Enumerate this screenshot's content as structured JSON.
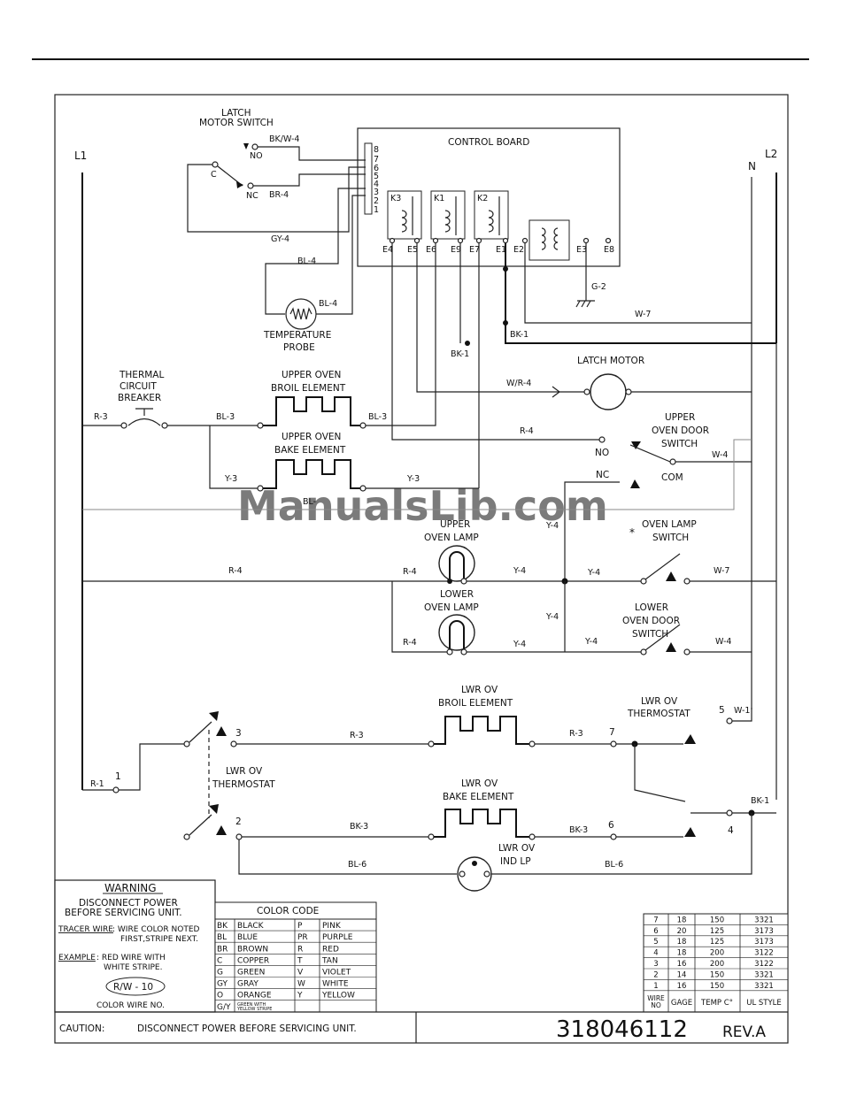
{
  "diagram": {
    "l1": "L1",
    "l2": "L2",
    "n": "N",
    "latch_motor_switch": [
      "LATCH",
      "MOTOR SWITCH"
    ],
    "no": "NO",
    "nc": "NC",
    "c": "C",
    "com": "COM",
    "control_board": "CONTROL BOARD",
    "pins": [
      "8",
      "7",
      "6",
      "5",
      "4",
      "3",
      "2",
      "1"
    ],
    "relays": [
      "K3",
      "K1",
      "K2"
    ],
    "terminals": [
      "E4",
      "E5",
      "E6",
      "E9",
      "E7",
      "E1",
      "E2",
      "E3",
      "E8"
    ],
    "temperature_probe": [
      "TEMPERATURE",
      "PROBE"
    ],
    "thermal_breaker": [
      "THERMAL",
      "CIRCUIT",
      "BREAKER"
    ],
    "upper_broil": [
      "UPPER OVEN",
      "BROIL ELEMENT"
    ],
    "upper_bake": [
      "UPPER OVEN",
      "BAKE ELEMENT"
    ],
    "latch_motor": "LATCH MOTOR",
    "upper_door_switch": [
      "UPPER",
      "OVEN DOOR",
      "SWITCH"
    ],
    "upper_lamp": [
      "UPPER",
      "OVEN LAMP"
    ],
    "lower_lamp": [
      "LOWER",
      "OVEN LAMP"
    ],
    "lamp_switch": [
      "OVEN LAMP",
      "SWITCH"
    ],
    "asterisk": "*",
    "lower_door_switch": [
      "LOWER",
      "OVEN DOOR",
      "SWITCH"
    ],
    "lwr_broil": [
      "LWR OV",
      "BROIL ELEMENT"
    ],
    "lwr_bake": [
      "LWR OV",
      "BAKE ELEMENT"
    ],
    "lwr_thermostat": [
      "LWR OV",
      "THERMOSTAT"
    ],
    "lwr_ind": [
      "LWR OV",
      "IND LP"
    ],
    "nums": [
      "1",
      "2",
      "3",
      "4",
      "5",
      "6",
      "7"
    ],
    "wires": {
      "bkw4": "BK/W-4",
      "br4": "BR-4",
      "gy4": "GY-4",
      "bl4": "BL-4",
      "g2": "G-2",
      "w7": "W-7",
      "bk1": "BK-1",
      "wr4": "W/R-4",
      "r3": "R-3",
      "bl3": "BL-3",
      "r4": "R-4",
      "w4": "W-4",
      "y3": "Y-3",
      "bl": "BL-",
      "y4": "Y-4",
      "r1": "R-1",
      "bk3": "BK-3",
      "bl6": "BL-6",
      "w1": "W-1"
    },
    "watermark": "ManualsLib.com"
  },
  "warning": {
    "title": "WARNING",
    "lines": [
      "DISCONNECT POWER",
      "BEFORE SERVICING UNIT."
    ],
    "tracer_label": "TRACER WIRE",
    "tracer_text": [
      ": WIRE COLOR NOTED",
      "FIRST,STRIPE NEXT."
    ],
    "example_label": "EXAMPLE",
    "example_text": [
      ": RED WIRE WITH",
      "WHITE STRIPE."
    ],
    "badge": "R/W - 10",
    "color_wire_no": "COLOR WIRE NO."
  },
  "color_code": {
    "title": "COLOR CODE",
    "rows": [
      [
        "BK",
        "BLACK",
        "P",
        "PINK"
      ],
      [
        "BL",
        "BLUE",
        "PR",
        "PURPLE"
      ],
      [
        "BR",
        "BROWN",
        "R",
        "RED"
      ],
      [
        "C",
        "COPPER",
        "T",
        "TAN"
      ],
      [
        "G",
        "GREEN",
        "V",
        "VIOLET"
      ],
      [
        "GY",
        "GRAY",
        "W",
        "WHITE"
      ],
      [
        "O",
        "ORANGE",
        "Y",
        "YELLOW"
      ],
      [
        "G/Y",
        "GREEN WITH YELLOW STRIPE",
        "",
        ""
      ]
    ]
  },
  "wire_table": {
    "rows": [
      [
        "7",
        "18",
        "150",
        "3321"
      ],
      [
        "6",
        "20",
        "125",
        "3173"
      ],
      [
        "5",
        "18",
        "125",
        "3173"
      ],
      [
        "4",
        "18",
        "200",
        "3122"
      ],
      [
        "3",
        "16",
        "200",
        "3122"
      ],
      [
        "2",
        "14",
        "150",
        "3321"
      ],
      [
        "1",
        "16",
        "150",
        "3321"
      ]
    ],
    "headers": [
      "WIRE NO",
      "GAGE",
      "TEMP C°",
      "UL STYLE"
    ]
  },
  "footer": {
    "caution_label": "CAUTION:",
    "caution_text": "DISCONNECT POWER BEFORE SERVICING UNIT.",
    "part_no": "318046112",
    "rev": "REV.A"
  }
}
